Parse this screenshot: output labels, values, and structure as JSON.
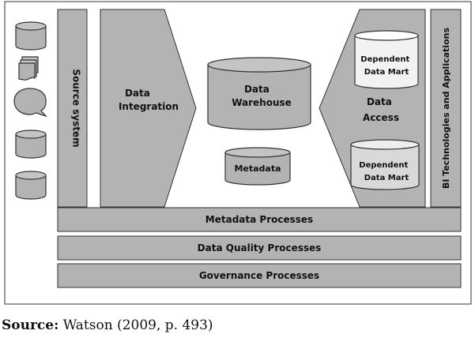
{
  "diagram": {
    "source_system": "Source system",
    "data_integration": [
      "Data",
      "Integration"
    ],
    "data_warehouse": [
      "Data",
      "Warehouse"
    ],
    "metadata": "Metadata",
    "data_access": [
      "Data",
      "Access"
    ],
    "dependent_data_mart_1": [
      "Dependent",
      "Data Mart"
    ],
    "dependent_data_mart_2": [
      "Dependent",
      "Data Mart"
    ],
    "bi_technologies": "BI Technologies and Applications",
    "metadata_processes": "Metadata Processes",
    "data_quality_processes": "Data Quality Processes",
    "governance_processes": "Governance Processes"
  },
  "caption": {
    "label": "Source:",
    "text": "Watson (2009, p. 493)"
  },
  "colors": {
    "fill": "#b3b3b3",
    "light_fill": "#d9d9d9",
    "stroke": "#333333"
  }
}
